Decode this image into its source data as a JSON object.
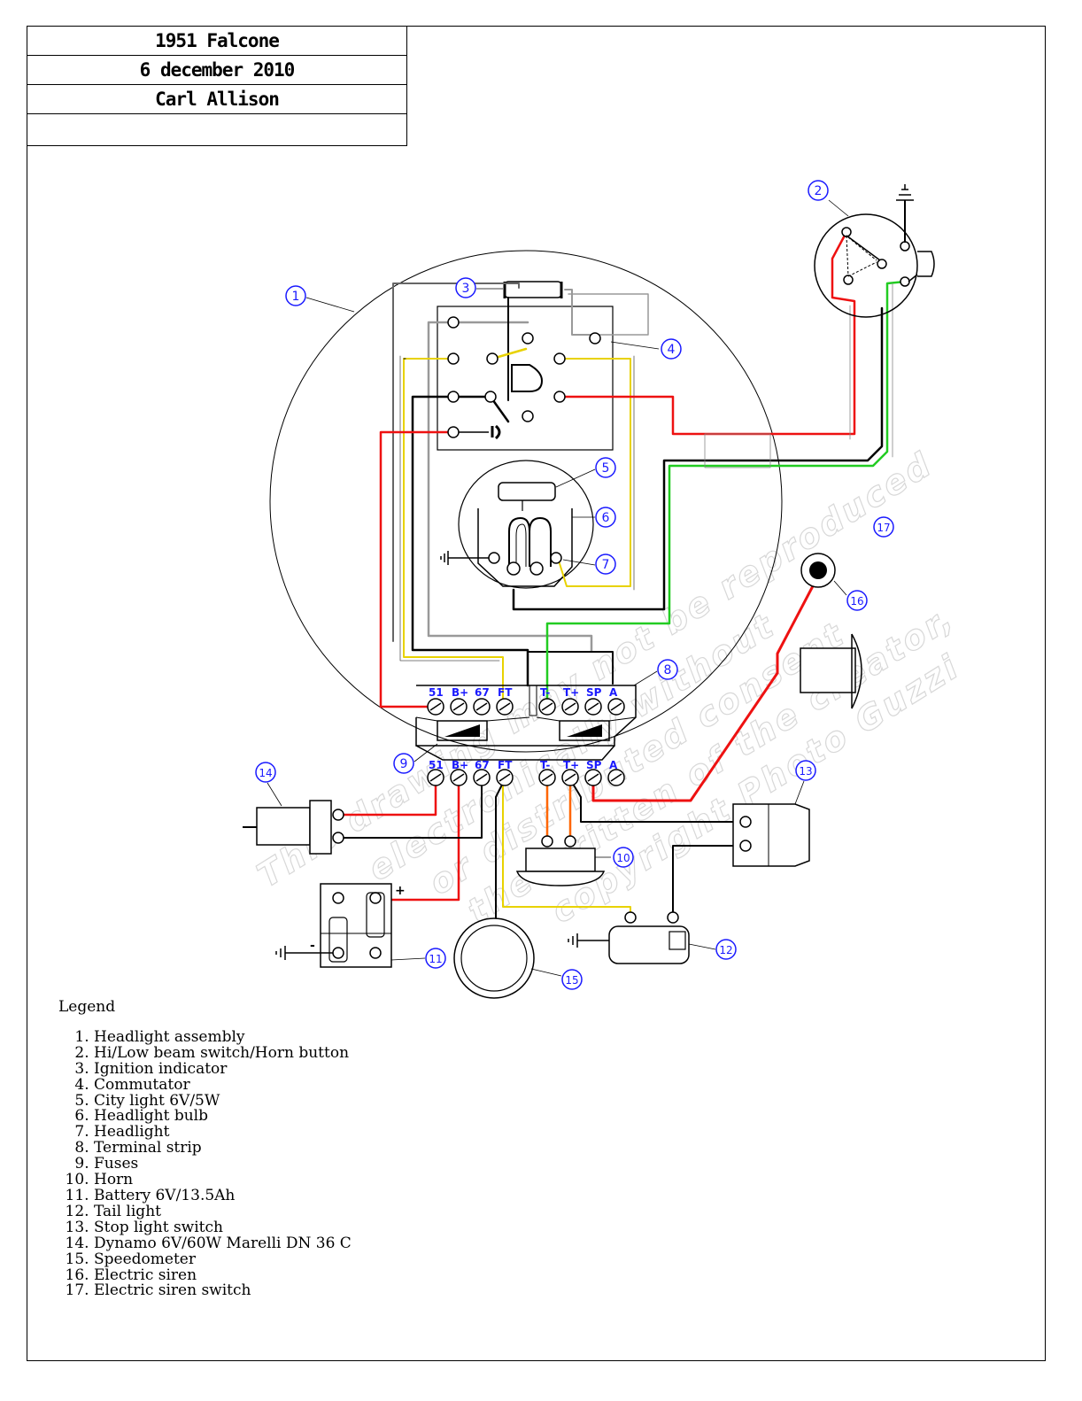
{
  "title_block": {
    "model": "1951 Falcone",
    "date": "6 december 2010",
    "author": "Carl Allison",
    "extra": ""
  },
  "watermark": {
    "line1": "This drawing may not be reproduced",
    "line2": "electronically without",
    "line3": "or distributed consent",
    "line4": "the written of the creator,",
    "line5": "copyright Photo Guzzi"
  },
  "terminal_labels": [
    "51",
    "B+",
    "67",
    "FT",
    "T-",
    "T+",
    "SP",
    "A"
  ],
  "callouts": [
    "1",
    "2",
    "3",
    "4",
    "5",
    "6",
    "7",
    "8",
    "9",
    "10",
    "11",
    "12",
    "13",
    "14",
    "15",
    "16",
    "17"
  ],
  "battery_signs": {
    "plus": "+",
    "minus": "-"
  },
  "legend": {
    "title": "Legend",
    "items": [
      "Headlight assembly",
      "Hi/Low beam switch/Horn button",
      "Ignition indicator",
      "Commutator",
      "City light 6V/5W",
      "Headlight bulb",
      "Headlight",
      "Terminal strip",
      "Fuses",
      "Horn",
      "Battery 6V/13.5Ah",
      "Tail light",
      "Stop light switch",
      "Dynamo 6V/60W Marelli DN 36 C",
      "Speedometer",
      "Electric siren",
      "Electric siren switch"
    ]
  },
  "colors": {
    "wire_red": "#ee1111",
    "wire_green": "#22cc22",
    "wire_yellow": "#e8d200",
    "wire_orange": "#ff6600",
    "wire_grey": "#999999",
    "wire_black": "#000000",
    "callout_blue": "#1a1aff"
  }
}
